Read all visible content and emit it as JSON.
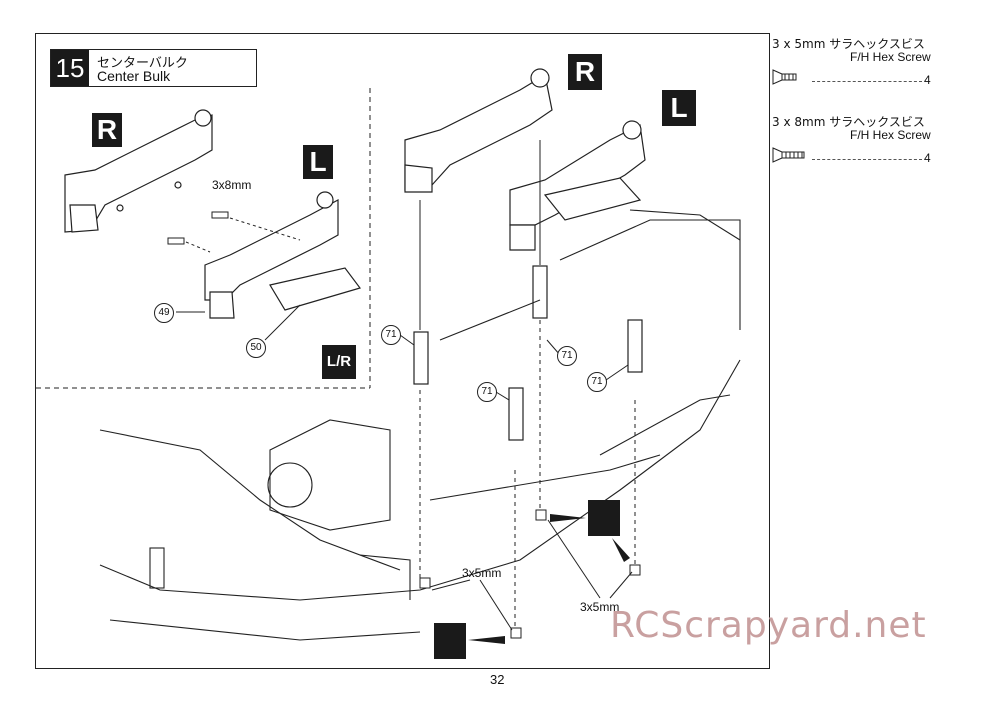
{
  "step": {
    "number": "15",
    "title_jp": "センターバルク",
    "title_en": "Center Bulk"
  },
  "badges": {
    "inset_right": "R",
    "inset_left": "L",
    "main_right": "R",
    "main_left": "L",
    "lr_symbol": "L/R"
  },
  "labels": {
    "inset_screw": "3x8mm",
    "lower_screw_left": "3x5mm",
    "lower_screw_right": "3x5mm"
  },
  "callouts": {
    "c49": "49",
    "c50": "50",
    "c71_a": "71",
    "c71_b": "71",
    "c71_c": "71",
    "c71_d": "71"
  },
  "parts_list": [
    {
      "size": "3 x 5mm サラヘックスビス",
      "name": "F/H Hex Screw",
      "qty": "4",
      "icon": "flat-head-hex-screw-short"
    },
    {
      "size": "3 x 8mm サラヘックスビス",
      "name": "F/H Hex Screw",
      "qty": "4",
      "icon": "flat-head-hex-screw-long"
    }
  ],
  "page_number": "32",
  "watermark": "RCScrapyard.net"
}
